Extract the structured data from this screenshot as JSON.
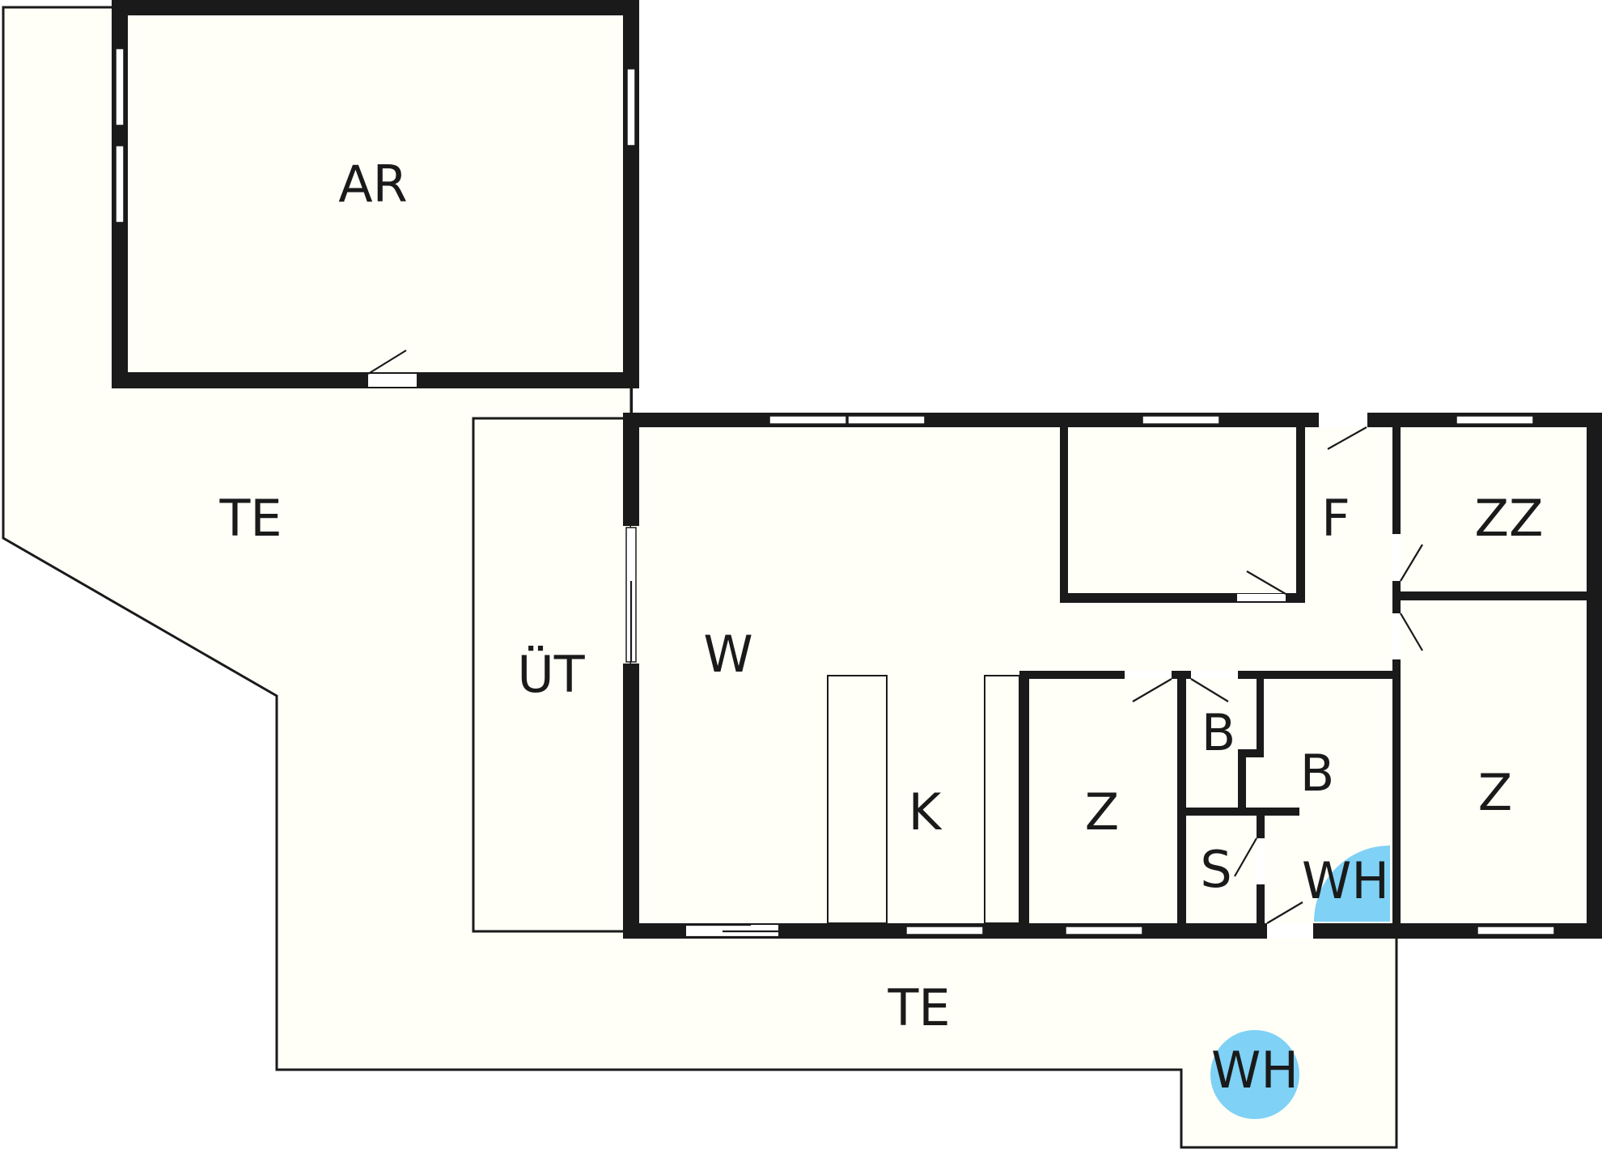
{
  "colors": {
    "floor": "#fffff8",
    "wall": "#1a1a1a",
    "whirlpool": "#7fd1f5"
  },
  "rooms": {
    "ar": "AR",
    "te_upper": "TE",
    "te_lower": "TE",
    "ut": "ÜT",
    "w": "W",
    "k": "K",
    "f": "F",
    "zz": "ZZ",
    "z_middle": "Z",
    "z_right": "Z",
    "b_small": "B",
    "b_large": "B",
    "s": "S",
    "wh_bath": "WH",
    "wh_terrace": "WH"
  }
}
